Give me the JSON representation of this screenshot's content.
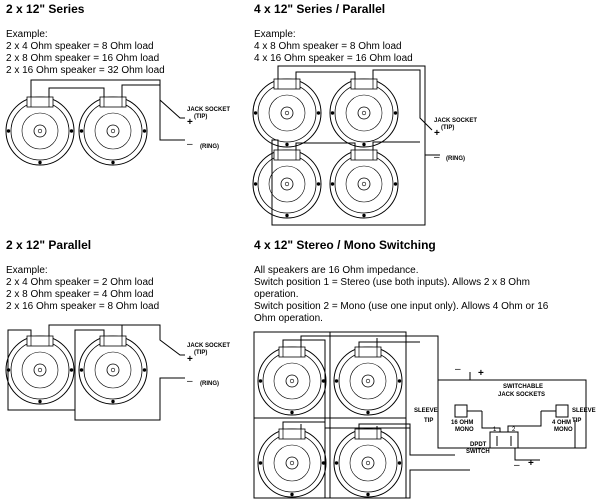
{
  "sections": {
    "series2": {
      "title": "2 x 12\" Series",
      "example_label": "Example:",
      "lines": [
        "2 x 4 Ohm speaker = 8 Ohm load",
        "2 x 8 Ohm speaker = 16 Ohm load",
        "2 x 16 Ohm speaker = 32 Ohm load"
      ]
    },
    "series_parallel4": {
      "title": "4 x 12\" Series / Parallel",
      "example_label": "Example:",
      "lines": [
        "4 x 8 Ohm speaker = 8 Ohm load",
        "4 x 16 Ohm speaker = 16 Ohm load"
      ]
    },
    "parallel2": {
      "title": "2 x 12\" Parallel",
      "example_label": "Example:",
      "lines": [
        "2 x 4 Ohm speaker = 2 Ohm load",
        "2 x 8 Ohm speaker = 4 Ohm load",
        "2 x 16 Ohm speaker = 8 Ohm load"
      ]
    },
    "stereo_mono4": {
      "title": "4 x 12\" Stereo / Mono Switching",
      "lines": [
        "All speakers are 16 Ohm impedance.",
        "Switch position 1 = Stereo (use both inputs). Allows 2 x 8 Ohm operation.",
        "Switch position 2 = Mono (use one input only). Allows 4 Ohm or 16 Ohm operation."
      ]
    }
  },
  "labels": {
    "jack_socket": "JACK SOCKET",
    "tip": "(TIP)",
    "ring": "(RING)",
    "plus": "+",
    "minus": "–",
    "switchable": "SWITCHABLE",
    "jack_sockets": "JACK SOCKETS",
    "sleeve": "SLEEVE",
    "tip_plain": "TIP",
    "ohm16": "16 OHM",
    "ohm4": "4 OHM",
    "mono": "MONO",
    "dpdt": "DPDT",
    "switch": "SWITCH",
    "pos1": "1",
    "pos2": "2"
  }
}
